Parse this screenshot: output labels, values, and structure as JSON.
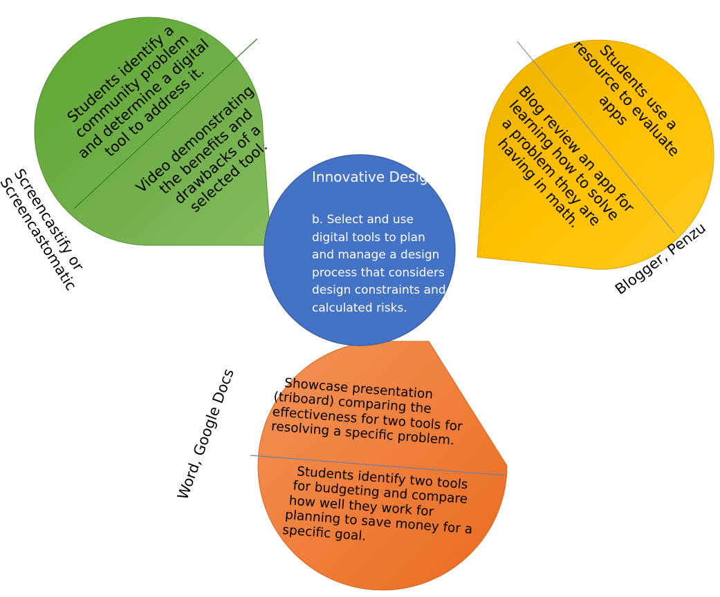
{
  "center": {
    "title": "Innovative Designer",
    "body_lines": [
      "b. Select and use",
      "digital tools  to plan",
      "and manage a design",
      "process that considers",
      "design constraints and",
      "calculated risks."
    ],
    "color": "#4472C4"
  },
  "green_petal": {
    "color": "#6DAE45",
    "top_lines": [
      "Students identify a",
      "community problem",
      "and determine a digital",
      "tool to address it."
    ],
    "bottom_lines": [
      "Video demonstrating",
      "the benefits and",
      "drawbacks of a",
      "selected tool."
    ],
    "tool_lines": [
      "Screencastify or",
      "Screencastomatic"
    ]
  },
  "yellow_petal": {
    "color": "#FFC000",
    "top_lines": [
      "Students use a",
      "resource to evaluate",
      "apps"
    ],
    "bottom_lines": [
      "Blog review an app for",
      "learning how to solve",
      "a problem they are",
      "having in math."
    ],
    "tool_lines": [
      "Blogger, Penzu"
    ]
  },
  "orange_petal": {
    "color": "#ED7D31",
    "top_lines": [
      "Showcase presentation",
      "(triboard) comparing the",
      "effectiveness for two tools for",
      "resolving a specific problem."
    ],
    "bottom_lines": [
      "Students identify two tools",
      "for budgeting and compare",
      "how well they work for",
      "planning to save money for a",
      "specific goal."
    ],
    "tool_lines": [
      "Word, Google Docs"
    ]
  }
}
